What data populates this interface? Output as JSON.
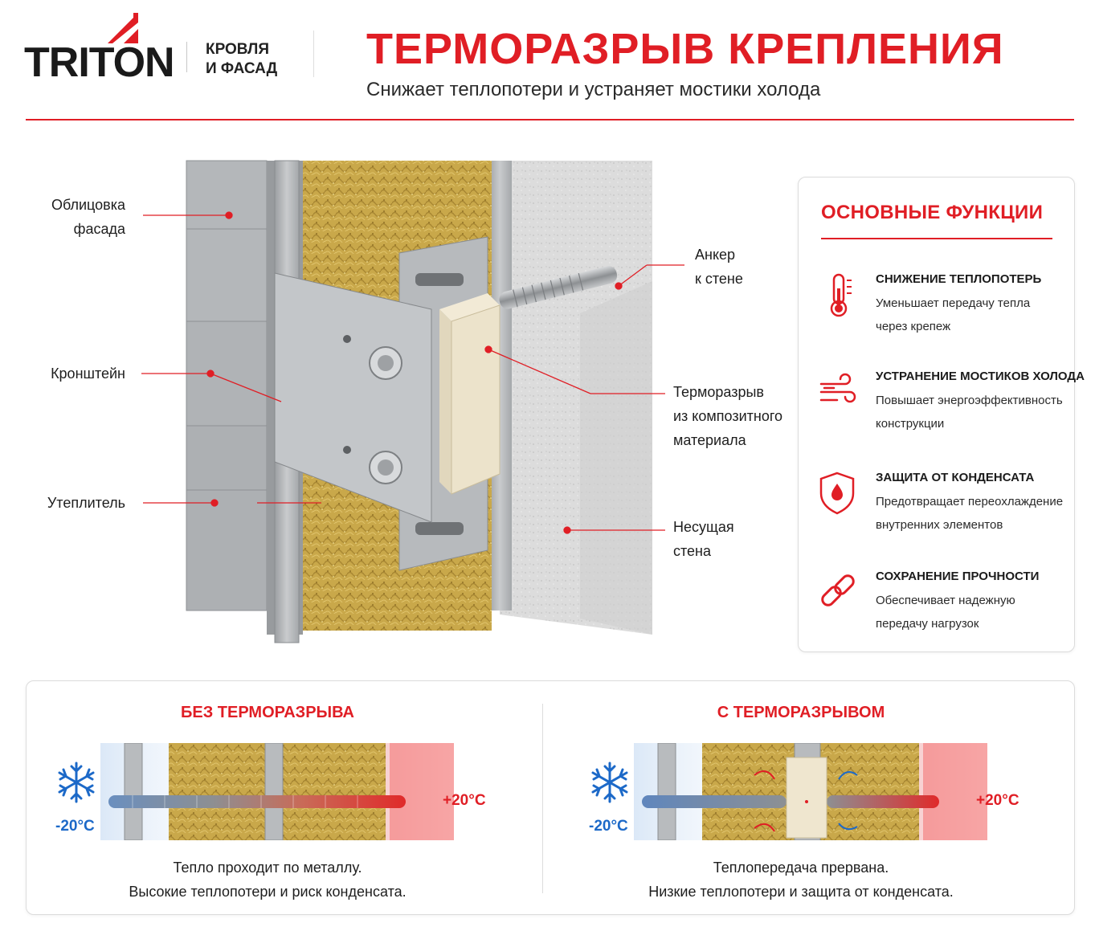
{
  "brand": {
    "logo": "TRITON",
    "sub_line1": "КРОВЛЯ",
    "sub_line2": "И ФАСАД"
  },
  "header": {
    "title": "ТЕРМОРАЗРЫВ КРЕПЛЕНИЯ",
    "subtitle": "Снижает теплопотери и устраняет мостики холода"
  },
  "callouts": {
    "facade": [
      "Облицовка",
      "фасада"
    ],
    "bracket": [
      "Кронштейн"
    ],
    "insulation": [
      "Утеплитель"
    ],
    "anchor": [
      "Анкер",
      "к стене"
    ],
    "thermal_break": [
      "Терморазрыв",
      "из композитного",
      "материала"
    ],
    "wall": [
      "Несущая",
      "стена"
    ]
  },
  "functions": {
    "title": "ОСНОВНЫЕ ФУНКЦИИ",
    "items": [
      {
        "icon": "thermometer-icon",
        "head": "СНИЖЕНИЕ ТЕПЛОПОТЕРЬ",
        "line1": "Уменьшает передачу тепла",
        "line2": "через крепеж"
      },
      {
        "icon": "wind-icon",
        "head": "УСТРАНЕНИЕ МОСТИКОВ ХОЛОДА",
        "line1": "Повышает энергоэффективность",
        "line2": "конструкции"
      },
      {
        "icon": "shield-drop-icon",
        "head": "ЗАЩИТА ОТ КОНДЕНСАТА",
        "line1": "Предотвращает переохлаждение",
        "line2": "внутренних элементов"
      },
      {
        "icon": "chain-link-icon",
        "head": "СОХРАНЕНИЕ ПРОЧНОСТИ",
        "line1": "Обеспечивает надежную",
        "line2": "передачу нагрузок"
      }
    ]
  },
  "comparison": {
    "without": {
      "title": "БЕЗ ТЕРМОРАЗРЫВА",
      "cold": "-20°C",
      "hot": "+20°C",
      "line1": "Тепло проходит по металлу.",
      "line2": "Высокие теплопотери и риск конденсата."
    },
    "with": {
      "title": "С ТЕРМОРАЗРЫВОМ",
      "cold": "-20°C",
      "hot": "+20°C",
      "line1": "Теплопередача прервана.",
      "line2": "Низкие теплопотери и защита от конденсата."
    }
  },
  "colors": {
    "accent": "#e01e25",
    "cold": "#1c69c8",
    "insulation": "#c9a84a",
    "metal": "#a9acaf"
  }
}
